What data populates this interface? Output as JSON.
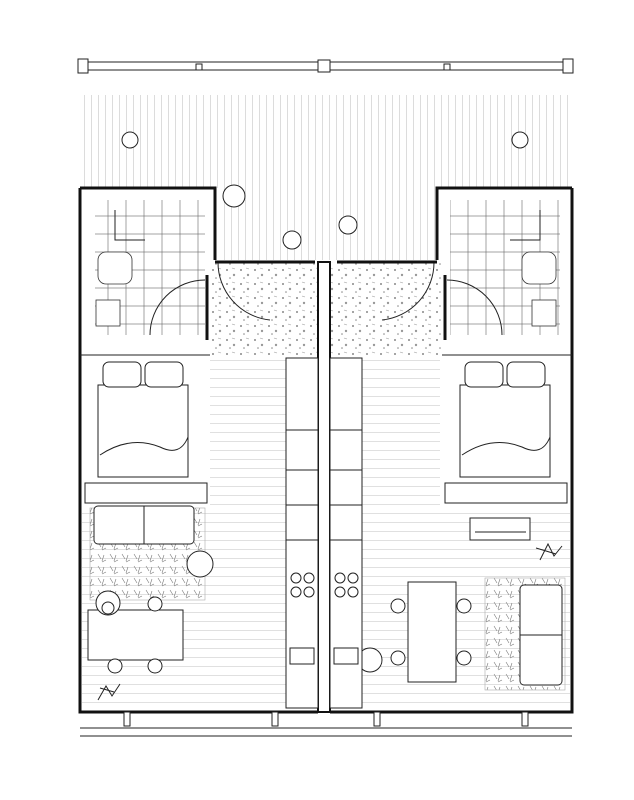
{
  "drawing": {
    "kind": "floor-plan",
    "units": 2,
    "text_labels": []
  },
  "rooms": [
    "balcony",
    "entry",
    "bathroom-left",
    "bathroom-right",
    "bedroom-left",
    "bedroom-right",
    "living-left",
    "living-right",
    "kitchen-galley-left",
    "kitchen-galley-right"
  ],
  "colors": {
    "line": "#111111",
    "hatch": "#777777",
    "background": "#ffffff"
  }
}
